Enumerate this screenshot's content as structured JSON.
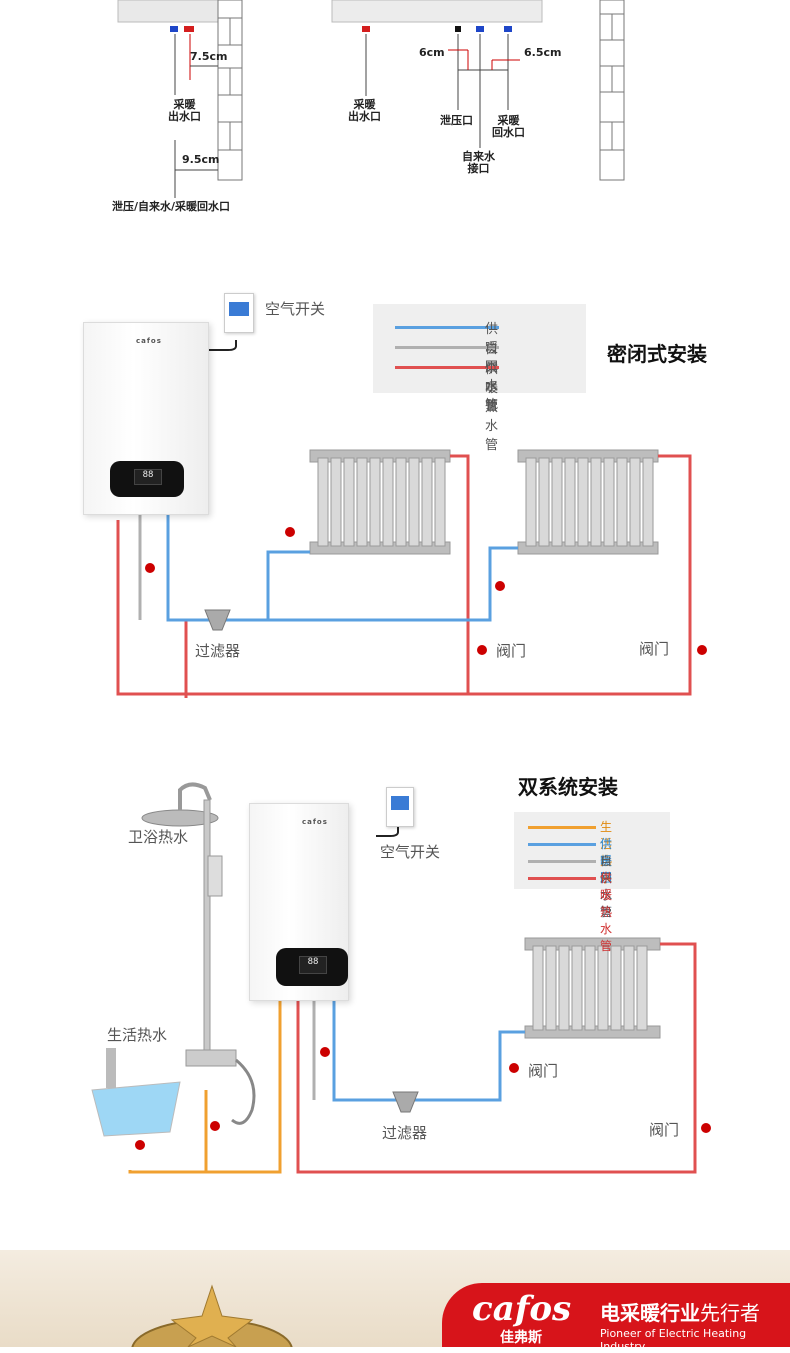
{
  "top_section": {
    "left_measure_top": "7.5cm",
    "left_label_outlet": "采暖\n出水口",
    "left_measure_bottom": "9.5cm",
    "left_label_bottom": "泄压/自来水/采暖回水口",
    "mid_measure_left": "6cm",
    "mid_measure_right": "6.5cm",
    "mid_label_outlet": "采暖\n出水口",
    "mid_label_relief": "泄压口",
    "mid_label_return": "采暖\n回水口",
    "mid_label_tap": "自来水\n接口"
  },
  "closed_install": {
    "title": "密闭式安装",
    "air_switch": "空气开关",
    "legend": [
      {
        "label": "供暖回水管",
        "color": "#5aa0e0"
      },
      {
        "label": "自来水管",
        "color": "#b0b0b0"
      },
      {
        "label": "供暖热水管",
        "color": "#e05050"
      }
    ],
    "filter_label": "过滤器",
    "valve_label_1": "阀门",
    "valve_label_2": "阀门"
  },
  "dual_install": {
    "title": "双系统安装",
    "shower_label": "卫浴热水",
    "air_switch": "空气开关",
    "domestic_label": "生活热水",
    "legend": [
      {
        "label": "生活热水",
        "color": "#f0a030"
      },
      {
        "label": "供暖回水管",
        "color": "#5aa0e0"
      },
      {
        "label": "自来水管",
        "color": "#b0b0b0"
      },
      {
        "label": "供暖热水管",
        "color": "#e05050"
      }
    ],
    "filter_label": "过滤器",
    "valve_label_1": "阀门",
    "valve_label_2": "阀门"
  },
  "display": {
    "readout": "88"
  },
  "footer": {
    "logo_text": "cafos",
    "logo_cn": "佳弗斯",
    "slogan_bold": "电采暖行业",
    "slogan_light": "先行者",
    "slogan_en": "Pioneer of Electric Heating Industry"
  }
}
